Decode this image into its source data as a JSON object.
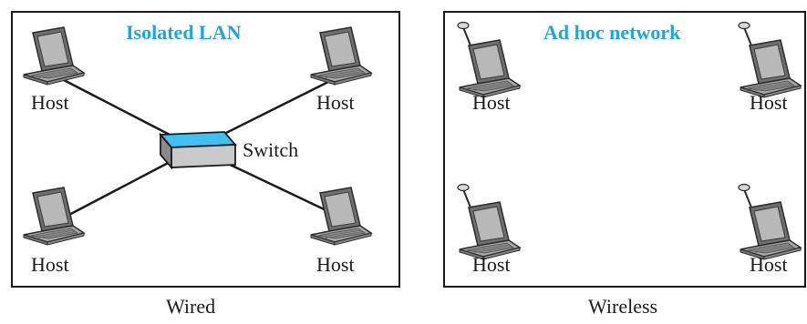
{
  "wired": {
    "title": "Isolated LAN",
    "caption": "Wired",
    "switch_label": "Switch",
    "hosts": [
      "Host",
      "Host",
      "Host",
      "Host"
    ]
  },
  "wireless": {
    "title": "Ad hoc network",
    "caption": "Wireless",
    "hosts": [
      "Host",
      "Host",
      "Host",
      "Host"
    ]
  },
  "colors": {
    "title": "#1aa7e0",
    "switch_top": "#3fc0f0",
    "switch_side": "#c9c9c9",
    "laptop": "#9a9a9a"
  }
}
